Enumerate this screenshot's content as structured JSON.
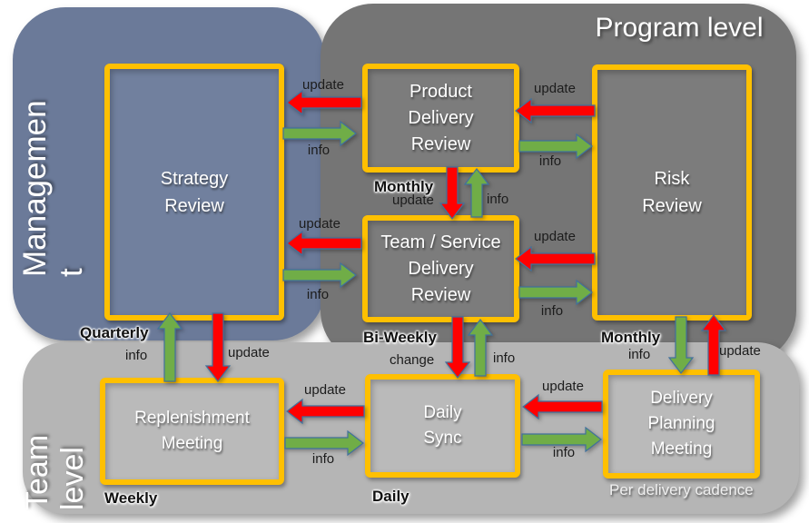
{
  "panels": {
    "management": {
      "label_lines": [
        "Managemen",
        "t"
      ],
      "color": "#6B7A99"
    },
    "program": {
      "label": "Program level",
      "color": "#757575"
    },
    "team": {
      "label_lines": [
        "Team",
        "level"
      ],
      "color": "#B5B5B5"
    }
  },
  "boxes": {
    "strategy_review": {
      "lines": [
        "Strategy",
        "Review"
      ],
      "cadence": "Quarterly"
    },
    "product_delivery_review": {
      "lines": [
        "Product",
        "Delivery",
        "Review"
      ],
      "cadence": "Monthly"
    },
    "risk_review": {
      "lines": [
        "Risk",
        "Review"
      ],
      "cadence": "Monthly"
    },
    "team_service_delivery_review": {
      "lines": [
        "Team / Service",
        "Delivery",
        "Review"
      ],
      "cadence": "Bi-Weekly"
    },
    "replenishment_meeting": {
      "lines": [
        "Replenishment",
        "Meeting"
      ],
      "cadence": "Weekly"
    },
    "daily_sync": {
      "lines": [
        "Daily",
        "Sync"
      ],
      "cadence": "Daily"
    },
    "delivery_planning_meeting": {
      "lines": [
        "Delivery",
        "Planning",
        "Meeting"
      ],
      "cadence": "Per delivery cadence"
    }
  },
  "arrow_labels": {
    "update": "update",
    "info": "info",
    "change": "change"
  },
  "colors": {
    "update_arrow": "#FF0000",
    "info_arrow": "#70AD47",
    "arrow_outline": "#41719C",
    "box_border": "#FFC000"
  }
}
